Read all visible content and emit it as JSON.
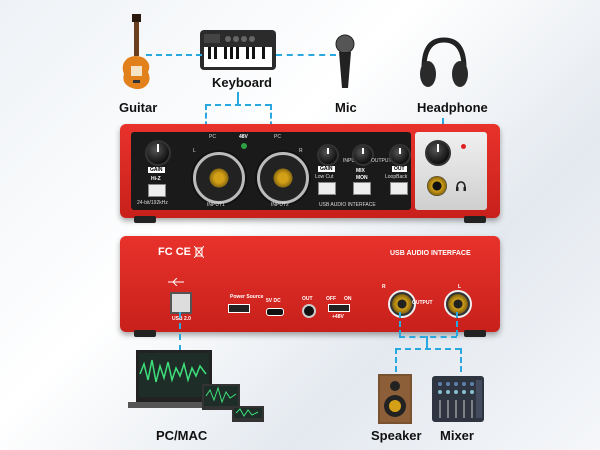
{
  "labels": {
    "guitar": "Guitar",
    "keyboard": "Keyboard",
    "mic": "Mic",
    "headphone": "Headphone",
    "pcmac": "PC/MAC",
    "speaker": "Speaker",
    "mixer": "Mixer"
  },
  "front_panel": {
    "gain_label": "GAIN",
    "hiz_label": "Hi-Z",
    "bit_label": "24-bit/192kHz",
    "input1": "INPUT1",
    "input2": "INPUT2",
    "pc_left": "PC",
    "pc_right": "PC",
    "l": "L",
    "r": "R",
    "phantom": "48V",
    "gain2": "GAIN",
    "low_cut": "Low Cut",
    "input_label": "INPUT",
    "mix": "MIX",
    "output_label": "OUTPUT",
    "mon": "MON",
    "out": "OUT",
    "loopback": "LoopBack",
    "usb_label": "USB AUDIO INTERFACE",
    "headphone_icon": "headphone-icon"
  },
  "back_panel": {
    "certs": "FC CE",
    "usb_interface": "USB AUDIO INTERFACE",
    "power_source": "Power Source",
    "usb2": "USB 2.0",
    "dc": "5V DC",
    "out": "OUT",
    "off": "OFF",
    "on": "ON",
    "v48": "+48V",
    "r": "R",
    "l": "L",
    "output": "OUTPUT"
  },
  "colors": {
    "device_red": "#d92a24",
    "cable_blue": "#29a8e0"
  }
}
